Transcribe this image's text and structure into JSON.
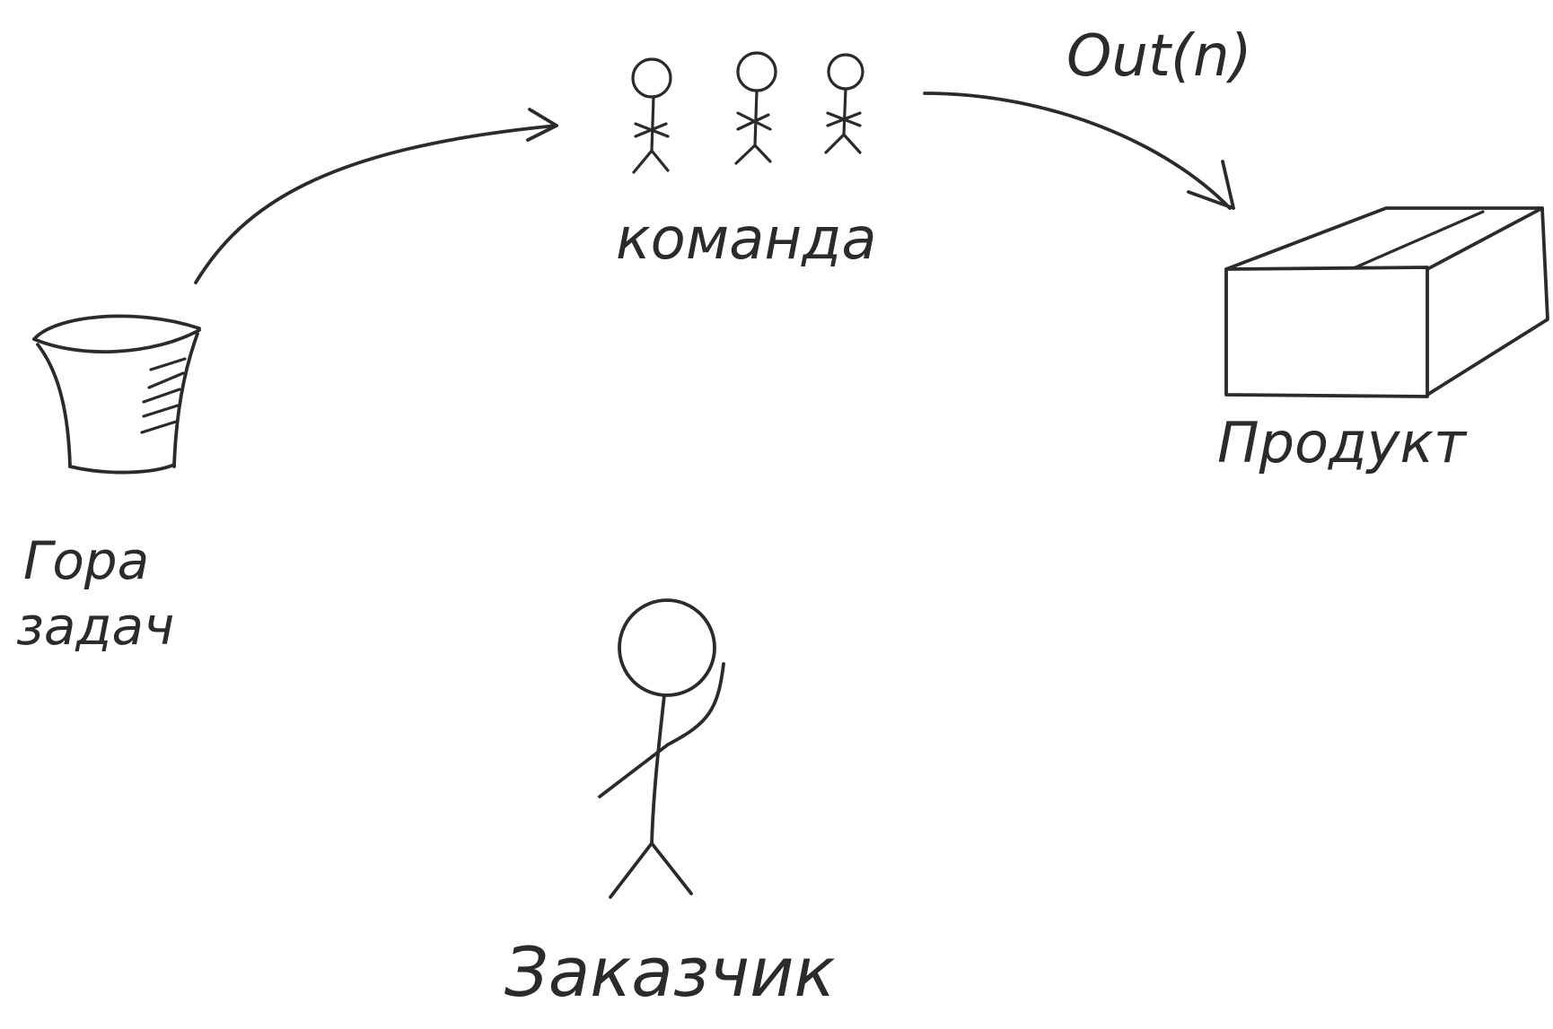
{
  "diagram": {
    "nodes": [
      {
        "id": "backlog",
        "label_lines": [
          "Гора",
          "задач"
        ],
        "icon": "bucket-icon"
      },
      {
        "id": "team",
        "label": "команда",
        "icon": "three-people-icon"
      },
      {
        "id": "product",
        "label": "Продукт",
        "icon": "box-icon"
      },
      {
        "id": "customer",
        "label": "Заказчик",
        "icon": "stick-figure-icon"
      }
    ],
    "edges": [
      {
        "from": "backlog",
        "to": "team",
        "label": ""
      },
      {
        "from": "team",
        "to": "product",
        "label": "Out(n)"
      }
    ]
  },
  "labels": {
    "backlog_line1": "Гора",
    "backlog_line2": "задач",
    "team": "команда",
    "product": "Продукт",
    "customer": "Заказчик",
    "output_edge": "Out(n)"
  },
  "colors": {
    "ink": "#2b2b2b",
    "background": "#ffffff"
  }
}
